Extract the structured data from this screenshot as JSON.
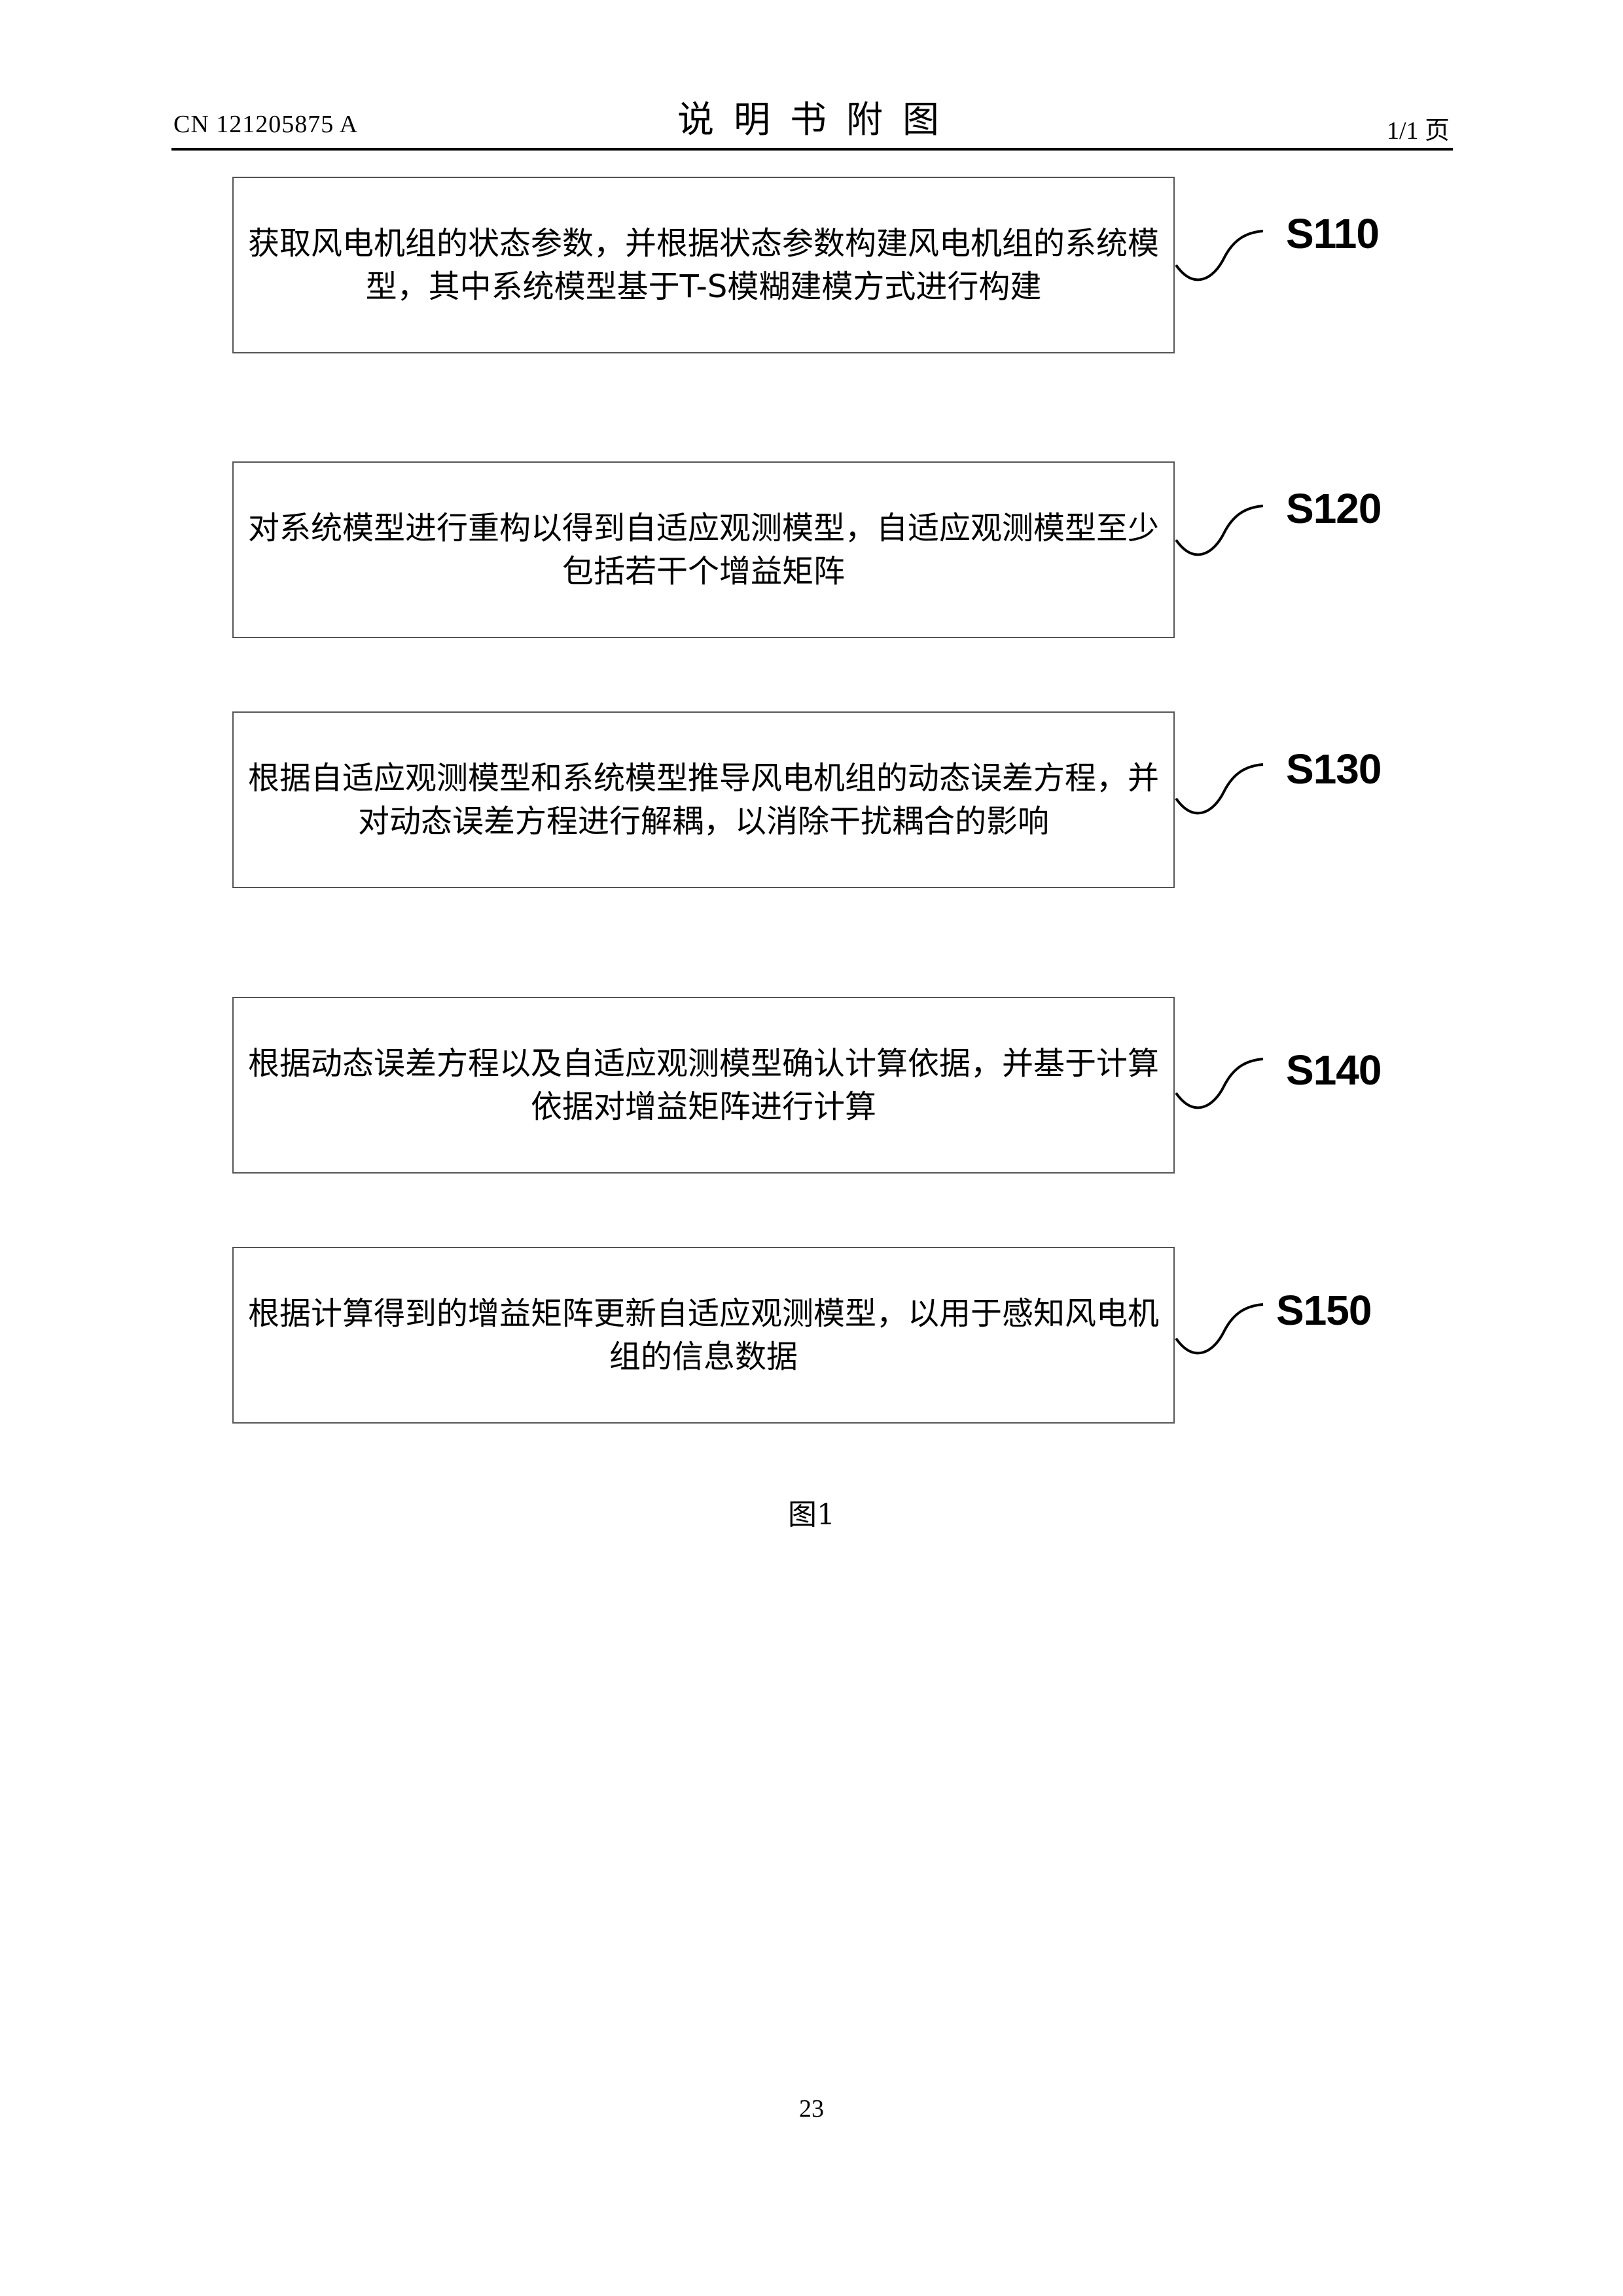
{
  "header": {
    "doc_number": "CN 121205875 A",
    "title": "说明书附图",
    "page_of": "1/1 页"
  },
  "steps": [
    {
      "label": "S110",
      "text": "获取风电机组的状态参数，并根据状态参数构建风电机组的系统模型，其中系统模型基于T-S模糊建模方式进行构建"
    },
    {
      "label": "S120",
      "text": "对系统模型进行重构以得到自适应观测模型，自适应观测模型至少包括若干个增益矩阵"
    },
    {
      "label": "S130",
      "text": "根据自适应观测模型和系统模型推导风电机组的动态误差方程，并对动态误差方程进行解耦，以消除干扰耦合的影响"
    },
    {
      "label": "S140",
      "text": "根据动态误差方程以及自适应观测模型确认计算依据，并基于计算依据对增益矩阵进行计算"
    },
    {
      "label": "S150",
      "text": "根据计算得到的增益矩阵更新自适应观测模型，以用于感知风电机组的信息数据"
    }
  ],
  "figure_caption": "图1",
  "page_number": "23"
}
